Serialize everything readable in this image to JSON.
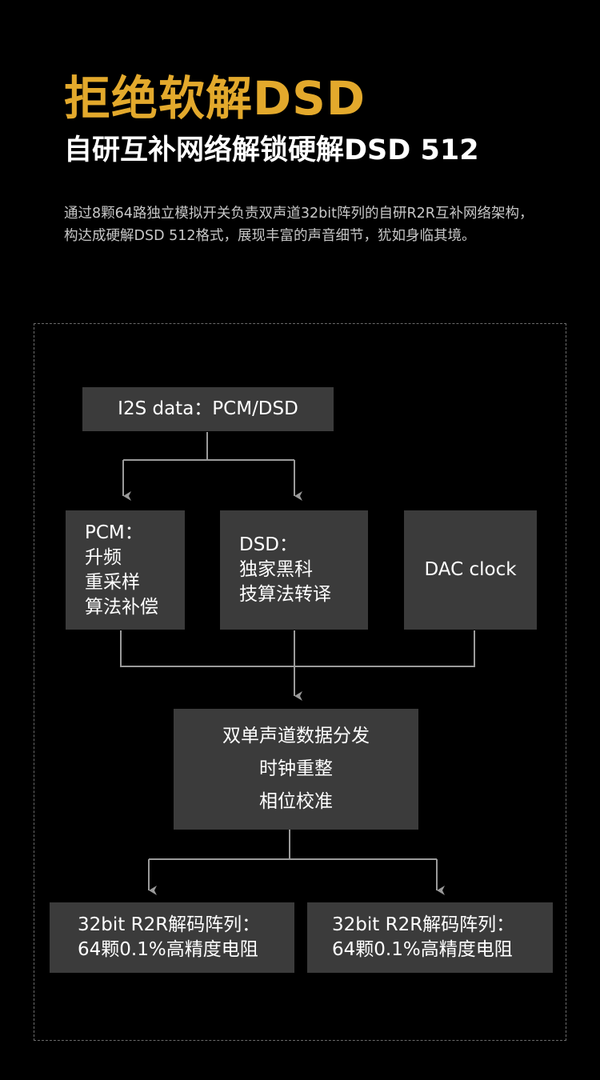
{
  "header": {
    "title": "拒绝软解DSD",
    "subtitle": "自研互补网络解锁硬解DSD 512"
  },
  "description": "通过8颗64路独立模拟开关负责双声道32bit阵列的自研R2R互补网络架构，构达成硬解DSD 512格式，展现丰富的声音细节，犹如身临其境。",
  "diagram": {
    "input": "I2S data：PCM/DSD",
    "pcm": [
      "PCM：",
      "升频",
      "重采样",
      "算法补偿"
    ],
    "dsd": [
      "DSD：",
      "独家黑科",
      "技算法转译"
    ],
    "clock": "DAC clock",
    "process": [
      "双单声道数据分发",
      "时钟重整",
      "相位校准"
    ],
    "output_left": [
      "32bit R2R解码阵列：",
      "64颗0.1%高精度电阻"
    ],
    "output_right": [
      "32bit R2R解码阵列：",
      "64颗0.1%高精度电阻"
    ]
  },
  "colors": {
    "background": "#000000",
    "accent": "#e3a92c",
    "box": "#3b3b3b",
    "line": "#9a9a9a",
    "frame": "#6a6a6a"
  }
}
